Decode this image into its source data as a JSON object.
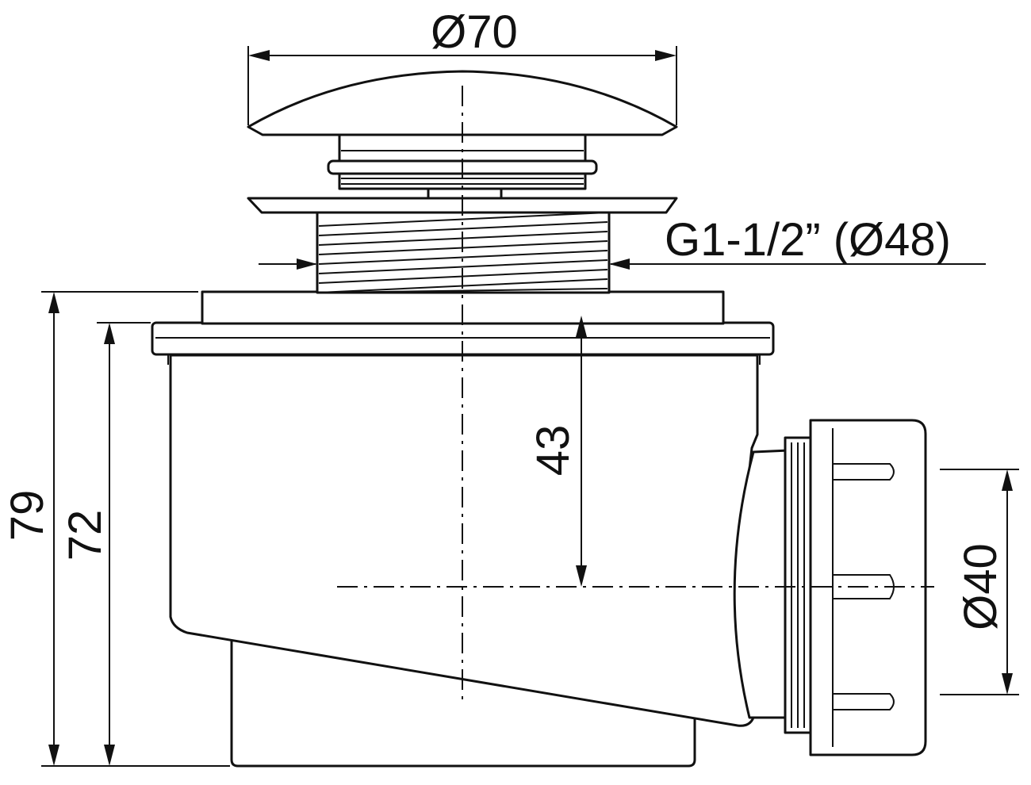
{
  "dimensions": {
    "cap_diameter": "Ø70",
    "thread_spec": "G1-1/2” (Ø48)",
    "height_total": "79",
    "height_body": "72",
    "outlet_axis_depth": "43",
    "outlet_diameter": "Ø40"
  },
  "colors": {
    "line": "#111111",
    "background": "#ffffff"
  }
}
